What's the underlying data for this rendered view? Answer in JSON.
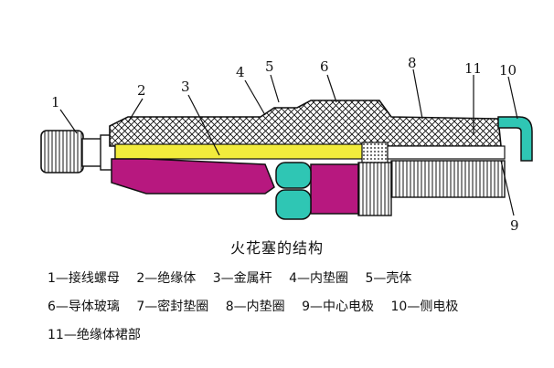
{
  "caption": "火花塞的结构",
  "callouts": [
    {
      "num": "1"
    },
    {
      "num": "2"
    },
    {
      "num": "3"
    },
    {
      "num": "4"
    },
    {
      "num": "5"
    },
    {
      "num": "6"
    },
    {
      "num": "8"
    },
    {
      "num": "11"
    },
    {
      "num": "10"
    },
    {
      "num": "9"
    }
  ],
  "legend": [
    [
      {
        "text": "1—接线螺母"
      },
      {
        "text": "2—绝缘体"
      },
      {
        "text": "3—金属杆"
      },
      {
        "text": "4—内垫圈"
      },
      {
        "text": "5—壳体"
      }
    ],
    [
      {
        "text": "6—导体玻璃"
      },
      {
        "text": "7—密封垫圈"
      },
      {
        "text": "8—内垫圈"
      },
      {
        "text": "9—中心电极"
      },
      {
        "text": "10—侧电极"
      }
    ],
    [
      {
        "text": "11—绝缘体裙部"
      }
    ]
  ],
  "colors": {
    "rod": "#f2ec3c",
    "skirt": "#b7187f",
    "glass": "#b7187f",
    "electrode": "#2fc6b4",
    "outline": "#111111"
  }
}
